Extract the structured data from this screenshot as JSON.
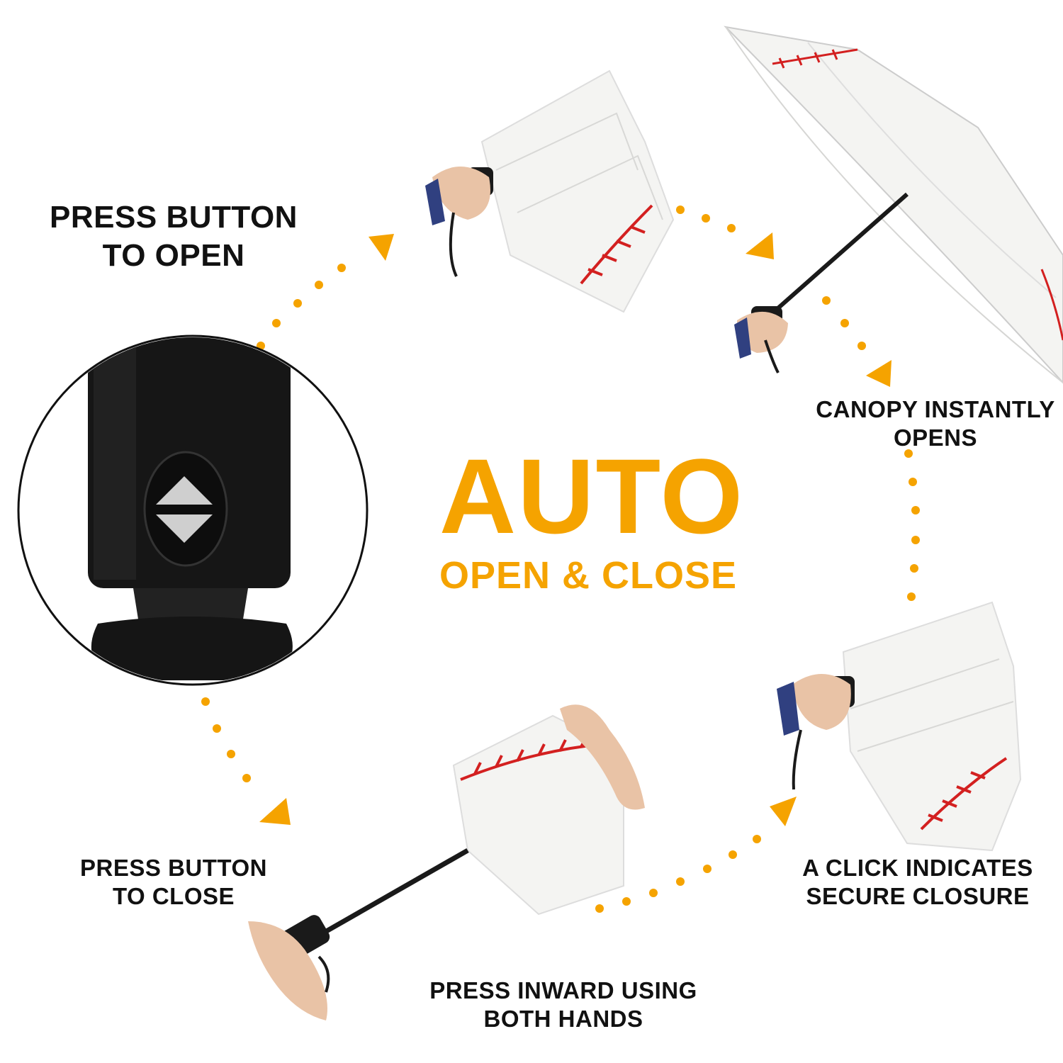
{
  "colors": {
    "accent": "#F5A300",
    "text": "#111111",
    "seam": "#D32020",
    "canopy": "#F4F4F2",
    "handle": "#1A1A1A"
  },
  "steps": {
    "press_open": {
      "line1": "PRESS BUTTON",
      "line2": "TO OPEN"
    },
    "canopy_opens": {
      "line1": "CANOPY INSTANTLY",
      "line2": "OPENS"
    },
    "press_close": {
      "line1": "PRESS BUTTON",
      "line2": "TO CLOSE"
    },
    "press_inward": {
      "line1": "PRESS INWARD USING",
      "line2": "BOTH HANDS"
    },
    "click_secure": {
      "line1": "A CLICK INDICATES",
      "line2": "SECURE CLOSURE"
    }
  },
  "headline": {
    "title": "AUTO",
    "subtitle": "OPEN & CLOSE"
  },
  "icons": {
    "button_closeup": "handle-button-closeup",
    "arrow": "triangle-arrow-icon",
    "dots": "dotted-path"
  }
}
